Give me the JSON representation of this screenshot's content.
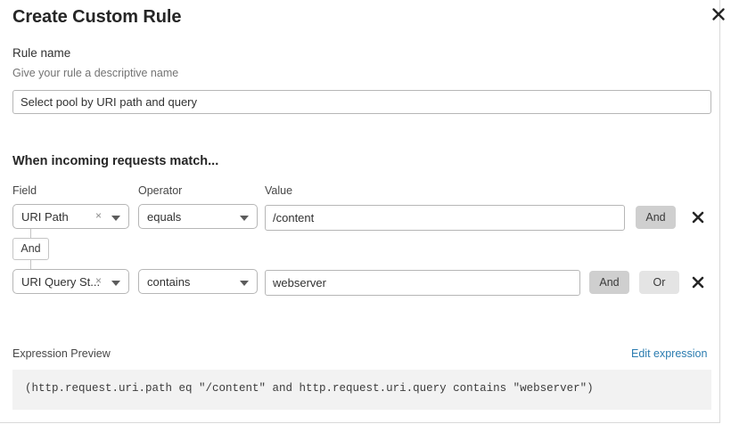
{
  "dialog": {
    "title": "Create Custom Rule",
    "close_label": "close-icon"
  },
  "rule_name": {
    "label": "Rule name",
    "help": "Give your rule a descriptive name",
    "value": "Select pool by URI path and query",
    "placeholder": ""
  },
  "match_section": {
    "heading": "When incoming requests match...",
    "headers": {
      "field": "Field",
      "operator": "Operator",
      "value": "Value"
    },
    "connector": "And",
    "rows": [
      {
        "field": "URI Path",
        "operator": "equals",
        "value": "/content",
        "and_label": "And",
        "clear_label": "×"
      },
      {
        "field": "URI Query St...",
        "operator": "contains",
        "value": "webserver",
        "and_label": "And",
        "or_label": "Or",
        "clear_label": "×"
      }
    ]
  },
  "expression": {
    "label": "Expression Preview",
    "edit_link": "Edit expression",
    "code": "(http.request.uri.path eq \"/content\" and http.request.uri.query contains \"webserver\")"
  },
  "colors": {
    "link": "#2b7cb0",
    "btn_active": "#cfcfcf",
    "btn_inactive": "#e4e4e4",
    "code_bg": "#f2f2f2"
  }
}
